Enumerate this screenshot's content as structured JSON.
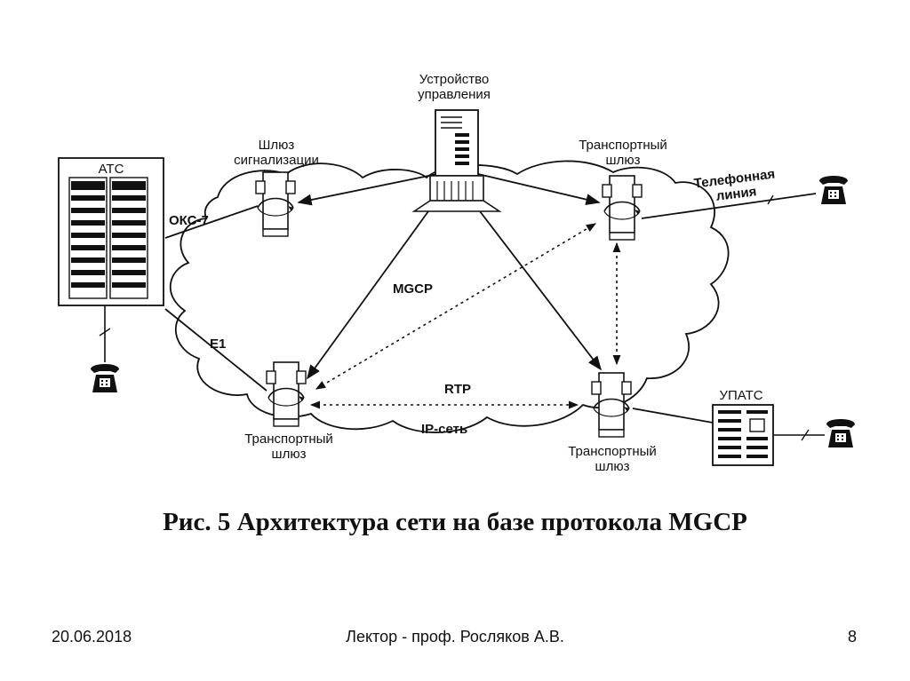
{
  "diagram": {
    "control_device": [
      "Устройство",
      "управления"
    ],
    "signaling_gateway": [
      "Шлюз",
      "сигнализации"
    ],
    "transport_gateway_top": [
      "Транспортный",
      "шлюз"
    ],
    "transport_gateway_bottom_left": [
      "Транспортный",
      "шлюз"
    ],
    "transport_gateway_bottom_right": [
      "Транспортный",
      "шлюз"
    ],
    "ats": "АТС",
    "upats": "УПАТС",
    "oks7": "ОКС-7",
    "e1": "E1",
    "mgcp": "MGCP",
    "rtp": "RTP",
    "ip_network": "IP-сеть",
    "phone_line": [
      "Телефонная",
      "линия"
    ]
  },
  "caption": "Рис. 5 Архитектура сети на базе протокола MGCP",
  "footer": {
    "date": "20.06.2018",
    "lecturer": "Лектор - проф. Росляков А.В.",
    "page": "8"
  },
  "icons": [
    "server-icon",
    "gateway-icon",
    "telephone-icon",
    "pbx-cabinet-icon"
  ]
}
